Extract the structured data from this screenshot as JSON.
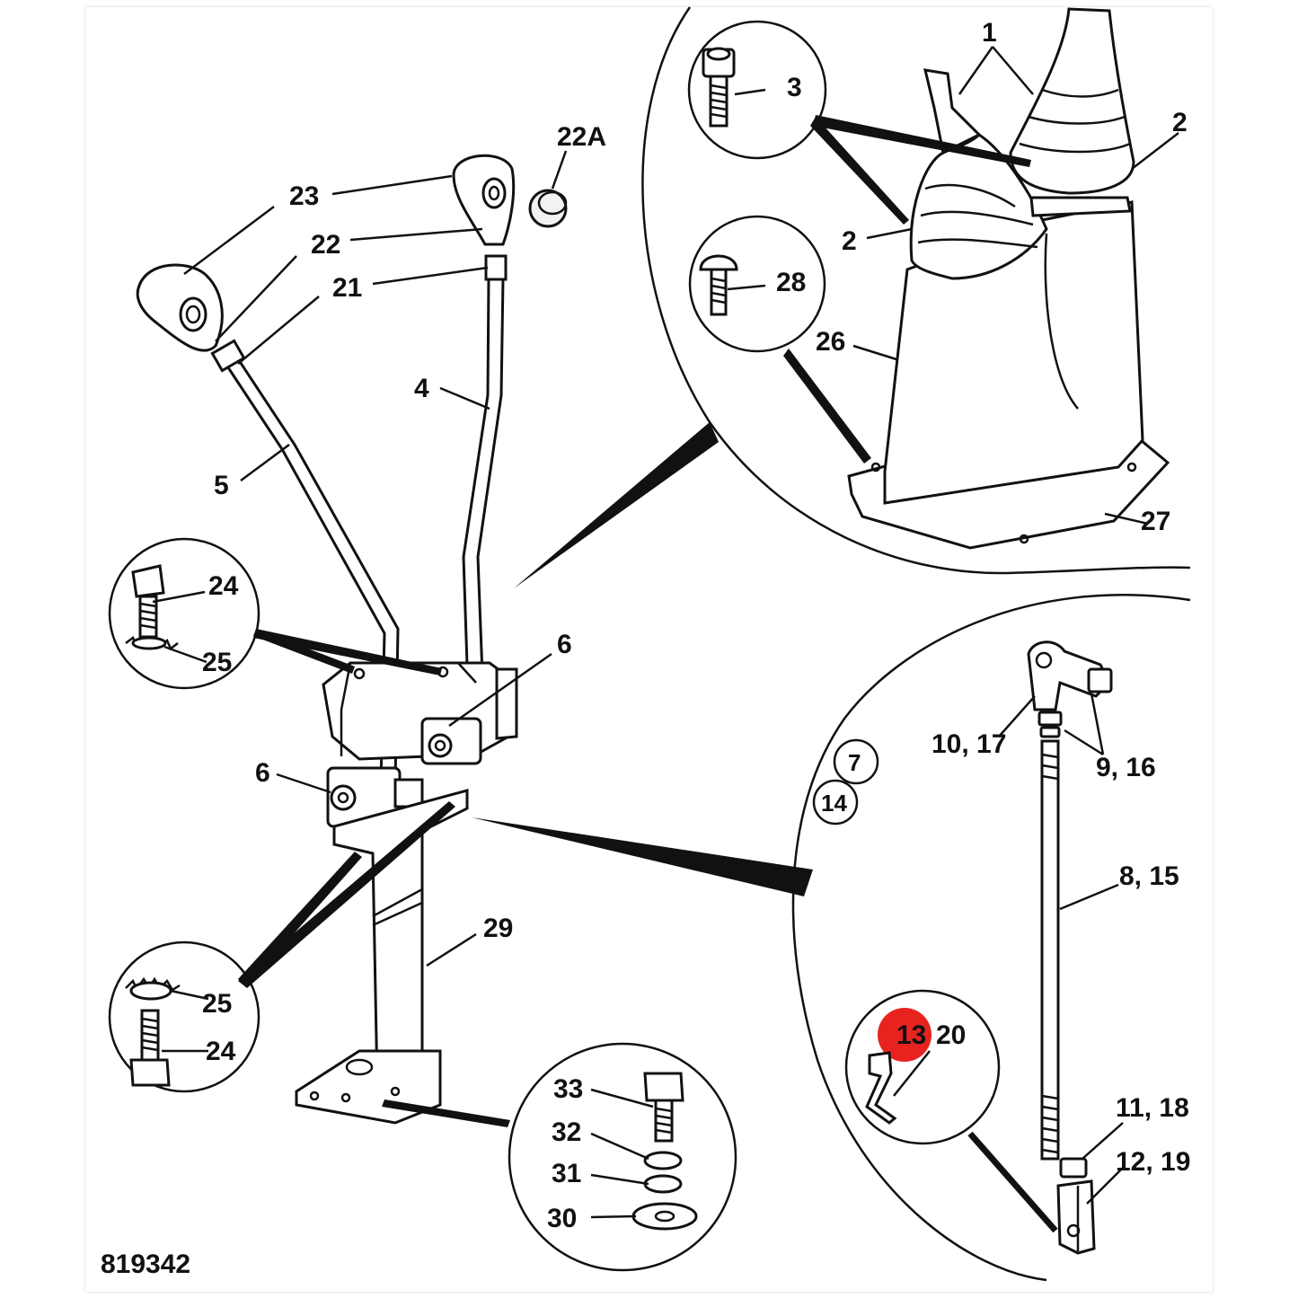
{
  "drawing_number": "819342",
  "highlight_color": "#e8231f",
  "callouts": {
    "c1": "1",
    "c2a": "2",
    "c2b": "2",
    "c3": "3",
    "c4": "4",
    "c5": "5",
    "c6a": "6",
    "c6b": "6",
    "c7": "7",
    "c8": "8, 15",
    "c9": "9, 16",
    "c10": "10, 17",
    "c11": "11, 18",
    "c12": "12, 19",
    "c13": "13",
    "c14": "14",
    "c20": "20",
    "c21": "21",
    "c22": "22",
    "c22a": "22A",
    "c23": "23",
    "c24a": "24",
    "c24b": "24",
    "c25a": "25",
    "c25b": "25",
    "c26": "26",
    "c27": "27",
    "c28": "28",
    "c29": "29",
    "c30": "30",
    "c31": "31",
    "c32": "32",
    "c33": "33"
  }
}
